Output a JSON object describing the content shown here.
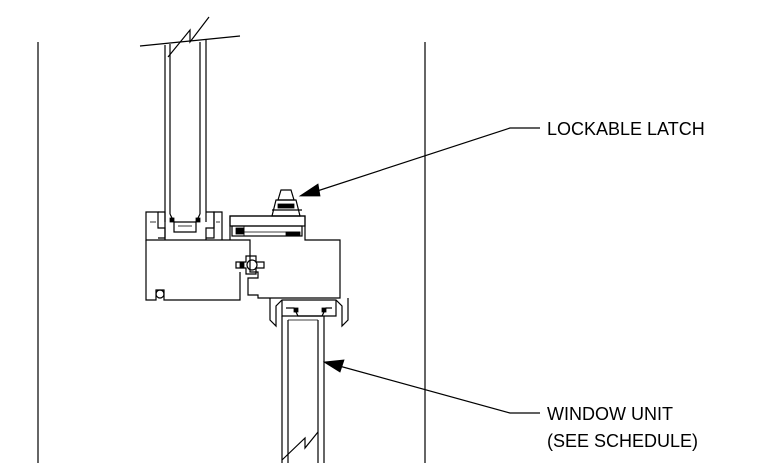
{
  "labels": {
    "latch": "LOCKABLE LATCH",
    "window_line1": "WINDOW UNIT",
    "window_line2": "(SEE SCHEDULE)"
  }
}
